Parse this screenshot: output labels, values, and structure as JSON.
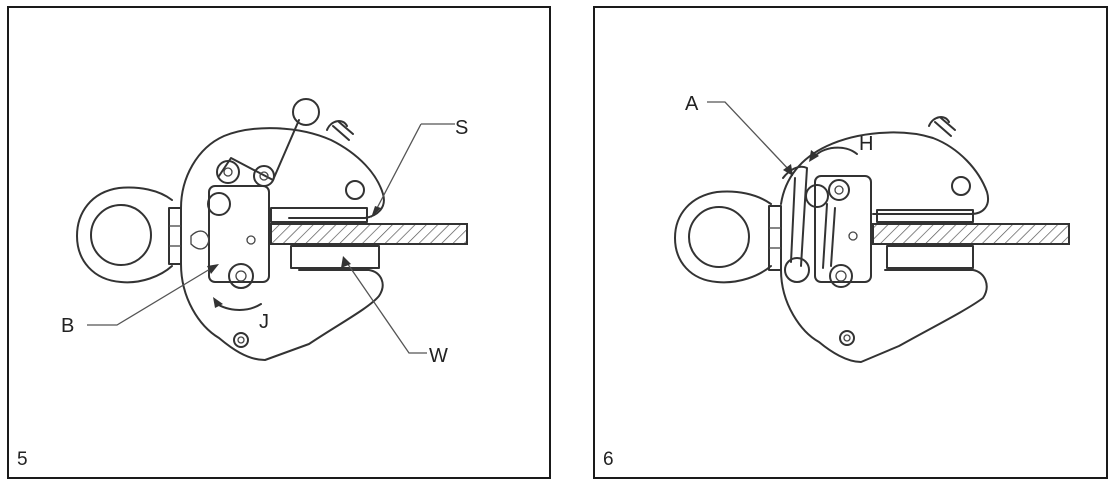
{
  "figures": [
    {
      "number": "5",
      "labels": {
        "s": "S",
        "b": "B",
        "j": "J",
        "w": "W"
      }
    },
    {
      "number": "6",
      "labels": {
        "a": "A",
        "h": "H"
      }
    }
  ]
}
